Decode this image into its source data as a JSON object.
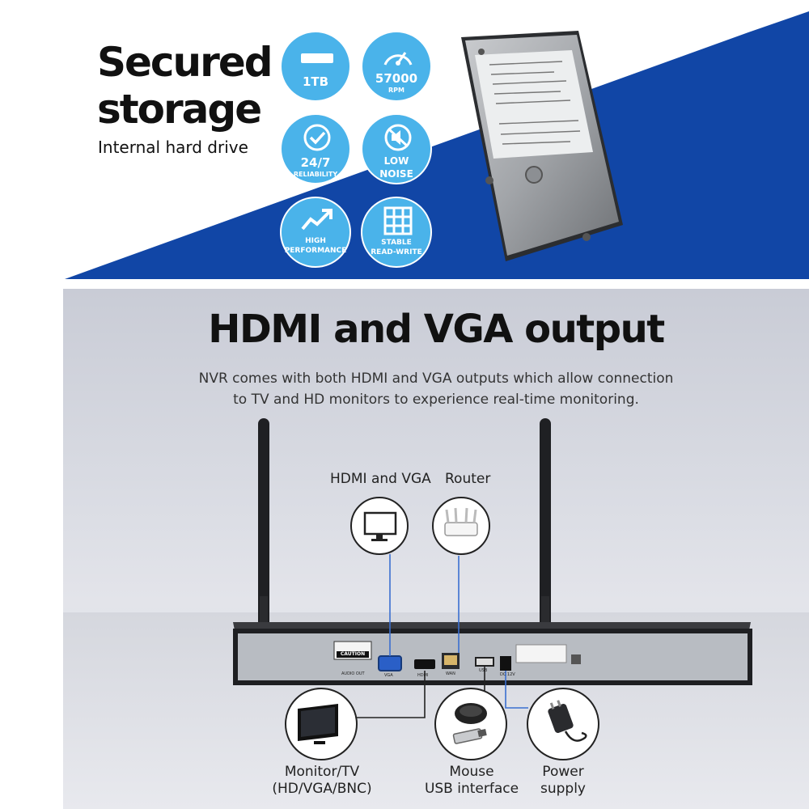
{
  "top": {
    "headline_line1": "Secured",
    "headline_line2": "storage",
    "subline": "Internal hard drive",
    "features": [
      {
        "label": "1TB",
        "icon": "drive-slot-icon"
      },
      {
        "label": "57000",
        "sub": "RPM",
        "icon": "speedometer-icon"
      },
      {
        "label": "24/7",
        "sub": "RELIABILITY",
        "icon": "checkmark-icon"
      },
      {
        "label": "LOW",
        "sub": "NOISE",
        "icon": "mute-speaker-icon"
      },
      {
        "label": "HIGH",
        "sub": "PERFORMANCE",
        "icon": "trend-up-icon"
      },
      {
        "label": "STABLE",
        "sub": "READ-WRITE",
        "icon": "grid-icon"
      }
    ],
    "colors": {
      "blue_band": "#1146a6",
      "feature_blue": "#4ab3ea"
    }
  },
  "bottom": {
    "title": "HDMI and VGA output",
    "description_line1": "NVR comes with both HDMI and VGA outputs which allow connection",
    "description_line2": "to TV and HD monitors to experience real-time monitoring.",
    "callouts": {
      "hdmi_vga": "HDMI and VGA",
      "router": "Router",
      "monitor_line1": "Monitor/TV",
      "monitor_line2": "(HD/VGA/BNC)",
      "mouse_line1": "Mouse",
      "mouse_line2": "USB interface",
      "power_line1": "Power",
      "power_line2": "supply"
    },
    "device_labels": {
      "caution": "CAUTION",
      "audio_out": "AUDIO OUT",
      "vga": "VGA",
      "hdmi": "HDMI",
      "wan": "WAN",
      "usb": "USB",
      "dc": "DC 12V"
    }
  }
}
